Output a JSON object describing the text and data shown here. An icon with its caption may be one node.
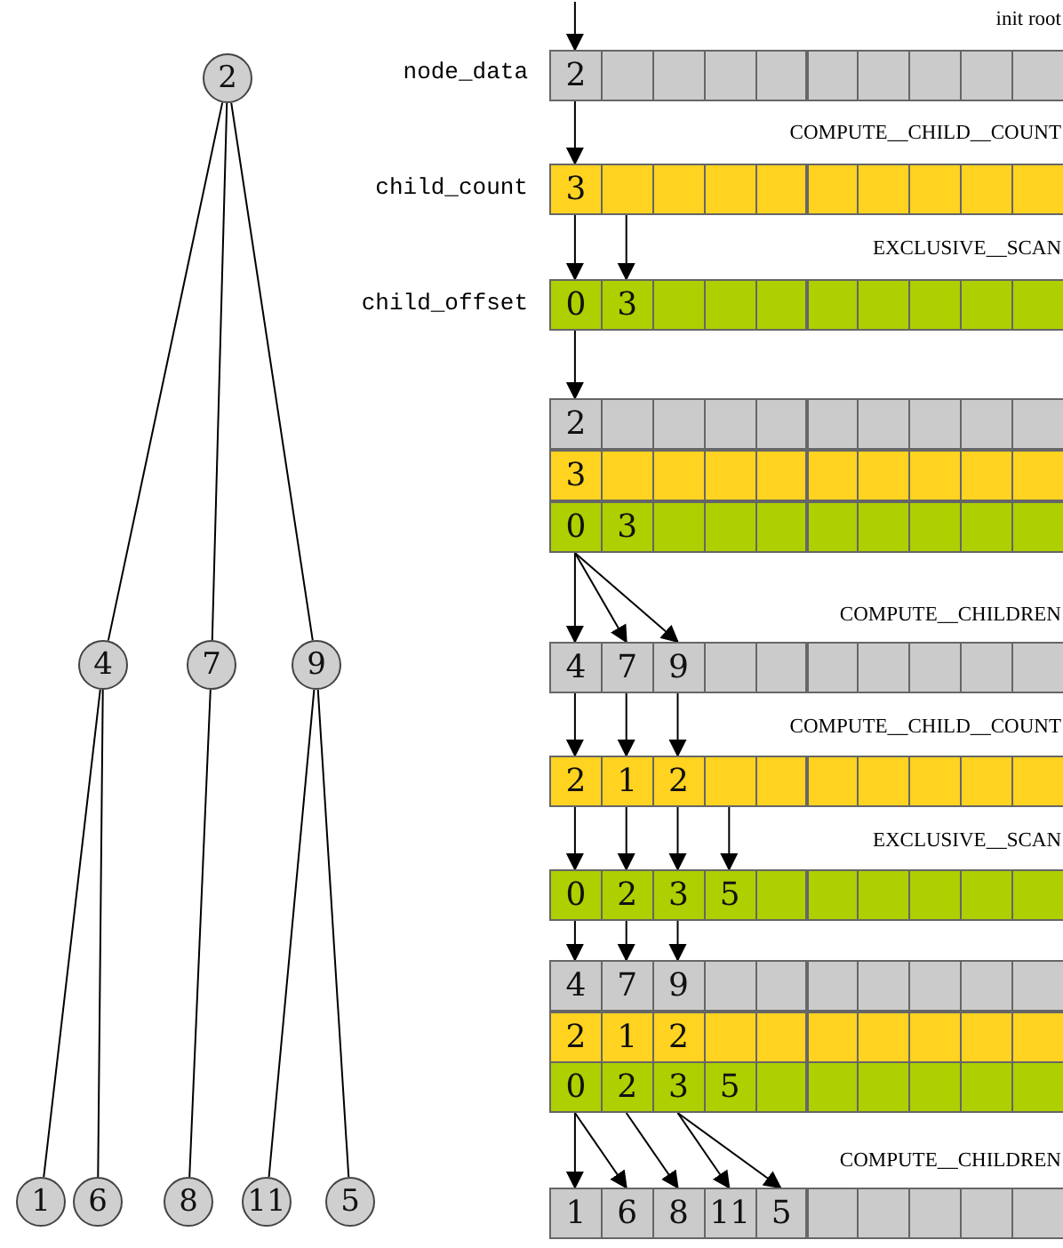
{
  "diagram": {
    "nodes": [
      {
        "text": [
          "2"
        ]
      },
      {
        "text": [
          "4"
        ]
      },
      {
        "text": [
          "7"
        ]
      },
      {
        "text": [
          "9"
        ]
      },
      {
        "text": [
          "1"
        ]
      },
      {
        "text": [
          "6"
        ]
      },
      {
        "text": [
          "8"
        ]
      },
      {
        "text": [
          "11"
        ]
      },
      {
        "text": [
          "5"
        ]
      },
      {
        "text": [
          "2"
        ]
      },
      {
        "text": [],
        "shape": "box"
      },
      {
        "text": [],
        "shape": "box"
      },
      {
        "text": [],
        "shape": "box"
      },
      {
        "text": [],
        "shape": "box"
      },
      {
        "text": [],
        "shape": "box"
      },
      {
        "text": [],
        "shape": "box"
      },
      {
        "text": [],
        "shape": "box"
      },
      {
        "text": [],
        "shape": "box"
      },
      {
        "text": [],
        "shape": "box"
      },
      {
        "text": [
          "3"
        ]
      },
      {
        "text": [],
        "shape": "box"
      },
      {
        "text": [],
        "shape": "box"
      },
      {
        "text": [],
        "shape": "box"
      },
      {
        "text": [],
        "shape": "box"
      },
      {
        "text": [],
        "shape": "box"
      },
      {
        "text": [],
        "shape": "box"
      },
      {
        "text": [],
        "shape": "box"
      },
      {
        "text": [],
        "shape": "box"
      },
      {
        "text": [],
        "shape": "box"
      },
      {
        "text": [
          "0"
        ]
      },
      {
        "text": [
          "3"
        ]
      },
      {
        "text": [],
        "shape": "box"
      },
      {
        "text": [],
        "shape": "box"
      },
      {
        "text": [],
        "shape": "box"
      },
      {
        "text": [],
        "shape": "box"
      },
      {
        "text": [],
        "shape": "box"
      },
      {
        "text": [],
        "shape": "box"
      },
      {
        "text": [],
        "shape": "box"
      },
      {
        "text": [],
        "shape": "box"
      },
      {
        "text": [
          "2"
        ]
      },
      {
        "text": [],
        "shape": "box"
      },
      {
        "text": [],
        "shape": "box"
      },
      {
        "text": [],
        "shape": "box"
      },
      {
        "text": [],
        "shape": "box"
      },
      {
        "text": [],
        "shape": "box"
      },
      {
        "text": [],
        "shape": "box"
      },
      {
        "text": [],
        "shape": "box"
      },
      {
        "text": [],
        "shape": "box"
      },
      {
        "text": [],
        "shape": "box"
      },
      {
        "text": [
          "3"
        ]
      },
      {
        "text": [],
        "shape": "box"
      },
      {
        "text": [],
        "shape": "box"
      },
      {
        "text": [],
        "shape": "box"
      },
      {
        "text": [],
        "shape": "box"
      },
      {
        "text": [],
        "shape": "box"
      },
      {
        "text": [],
        "shape": "box"
      },
      {
        "text": [],
        "shape": "box"
      },
      {
        "text": [],
        "shape": "box"
      },
      {
        "text": [],
        "shape": "box"
      },
      {
        "text": [
          "0"
        ]
      },
      {
        "text": [
          "3"
        ]
      },
      {
        "text": [],
        "shape": "box"
      },
      {
        "text": [],
        "shape": "box"
      },
      {
        "text": [],
        "shape": "box"
      },
      {
        "text": [],
        "shape": "box"
      },
      {
        "text": [],
        "shape": "box"
      },
      {
        "text": [],
        "shape": "box"
      },
      {
        "text": [],
        "shape": "box"
      },
      {
        "text": [],
        "shape": "box"
      },
      {
        "text": [
          "4"
        ]
      },
      {
        "text": [
          "7"
        ]
      },
      {
        "text": [
          "9"
        ]
      },
      {
        "text": [],
        "shape": "box"
      },
      {
        "text": [],
        "shape": "box"
      },
      {
        "text": [],
        "shape": "box"
      },
      {
        "text": [],
        "shape": "box"
      },
      {
        "text": [],
        "shape": "box"
      },
      {
        "text": [],
        "shape": "box"
      },
      {
        "text": [],
        "shape": "box"
      },
      {
        "text": [
          "2"
        ]
      },
      {
        "text": [
          "1"
        ]
      },
      {
        "text": [
          "2"
        ]
      },
      {
        "text": [],
        "shape": "box"
      },
      {
        "text": [],
        "shape": "box"
      },
      {
        "text": [],
        "shape": "box"
      },
      {
        "text": [],
        "shape": "box"
      },
      {
        "text": [],
        "shape": "box"
      },
      {
        "text": [],
        "shape": "box"
      },
      {
        "text": [],
        "shape": "box"
      },
      {
        "text": [
          "0"
        ]
      },
      {
        "text": [
          "2"
        ]
      },
      {
        "text": [
          "3"
        ]
      },
      {
        "text": [
          "5"
        ]
      },
      {
        "text": [],
        "shape": "box"
      },
      {
        "text": [],
        "shape": "box"
      },
      {
        "text": [],
        "shape": "box"
      },
      {
        "text": [],
        "shape": "box"
      },
      {
        "text": [],
        "shape": "box"
      },
      {
        "text": [],
        "shape": "box"
      },
      {
        "text": [
          "4"
        ]
      },
      {
        "text": [
          "7"
        ]
      },
      {
        "text": [
          "9"
        ]
      },
      {
        "text": [],
        "shape": "box"
      },
      {
        "text": [],
        "shape": "box"
      },
      {
        "text": [],
        "shape": "box"
      },
      {
        "text": [],
        "shape": "box"
      },
      {
        "text": [],
        "shape": "box"
      },
      {
        "text": [],
        "shape": "box"
      },
      {
        "text": [],
        "shape": "box"
      },
      {
        "text": [
          "2"
        ]
      },
      {
        "text": [
          "1"
        ]
      },
      {
        "text": [
          "2"
        ]
      },
      {
        "text": [],
        "shape": "box"
      },
      {
        "text": [],
        "shape": "box"
      },
      {
        "text": [],
        "shape": "box"
      },
      {
        "text": [],
        "shape": "box"
      },
      {
        "text": [],
        "shape": "box"
      },
      {
        "text": [],
        "shape": "box"
      },
      {
        "text": [],
        "shape": "box"
      },
      {
        "text": [
          "0"
        ]
      },
      {
        "text": [
          "2"
        ]
      },
      {
        "text": [
          "3"
        ]
      },
      {
        "text": [
          "5"
        ]
      },
      {
        "text": [],
        "shape": "box"
      },
      {
        "text": [],
        "shape": "box"
      },
      {
        "text": [],
        "shape": "box"
      },
      {
        "text": [],
        "shape": "box"
      },
      {
        "text": [],
        "shape": "box"
      },
      {
        "text": [],
        "shape": "box"
      },
      {
        "text": [
          "1"
        ]
      },
      {
        "text": [
          "6"
        ]
      },
      {
        "text": [
          "8"
        ]
      },
      {
        "text": [
          "11"
        ]
      },
      {
        "text": [
          "5"
        ]
      },
      {
        "text": [],
        "shape": "box"
      },
      {
        "text": [],
        "shape": "box"
      },
      {
        "text": [],
        "shape": "box"
      },
      {
        "text": [],
        "shape": "box"
      },
      {
        "text": [],
        "shape": "box"
      }
    ],
    "edges": [
      {
        "from": 0,
        "to": 1,
        "arrow": "none"
      },
      {
        "from": 0,
        "to": 2,
        "arrow": "none"
      },
      {
        "from": 0,
        "to": 3,
        "arrow": "none"
      },
      {
        "from": 1,
        "to": 4,
        "arrow": "none"
      },
      {
        "from": 1,
        "to": 5,
        "arrow": "none"
      },
      {
        "from": 2,
        "to": 6,
        "arrow": "none"
      },
      {
        "from": 3,
        "to": 7,
        "arrow": "none"
      },
      {
        "from": 3,
        "to": 8,
        "arrow": "none"
      },
      {
        "from": null,
        "to": 9,
        "arrow": "to"
      },
      {
        "from": 9,
        "to": 19,
        "arrow": "to"
      },
      {
        "from": 19,
        "to": 29,
        "arrow": "to"
      },
      {
        "from": 20,
        "to": 30,
        "arrow": "to"
      },
      {
        "from": 29,
        "to": 39,
        "arrow": "to"
      },
      {
        "from": 59,
        "to": 69,
        "arrow": "to"
      },
      {
        "from": 59,
        "to": 70,
        "arrow": "to"
      },
      {
        "from": 59,
        "to": 71,
        "arrow": "to"
      },
      {
        "from": 69,
        "to": 79,
        "arrow": "to"
      },
      {
        "from": 70,
        "to": 80,
        "arrow": "to"
      },
      {
        "from": 71,
        "to": 81,
        "arrow": "to"
      },
      {
        "from": 79,
        "to": 89,
        "arrow": "to"
      },
      {
        "from": 80,
        "to": 90,
        "arrow": "to"
      },
      {
        "from": 81,
        "to": 91,
        "arrow": "to"
      },
      {
        "from": 82,
        "to": 92,
        "arrow": "to"
      },
      {
        "from": 89,
        "to": 99,
        "arrow": "to"
      },
      {
        "from": 90,
        "to": 100,
        "arrow": "to"
      },
      {
        "from": 91,
        "to": 101,
        "arrow": "to"
      },
      {
        "from": 119,
        "to": 129,
        "arrow": "to"
      },
      {
        "from": 119,
        "to": 130,
        "arrow": "to"
      },
      {
        "from": 120,
        "to": 131,
        "arrow": "to"
      },
      {
        "from": 121,
        "to": 132,
        "arrow": "to"
      },
      {
        "from": 121,
        "to": 133,
        "arrow": "to"
      }
    ],
    "labels": [
      "init root",
      "node_data",
      "COMPUTE__CHILD__COUNT",
      "child_count",
      "EXCLUSIVE__SCAN",
      "child_offset",
      "COMPUTE__CHILDREN",
      "COMPUTE__CHILD__COUNT",
      "EXCLUSIVE__SCAN",
      "COMPUTE__CHILDREN"
    ]
  }
}
